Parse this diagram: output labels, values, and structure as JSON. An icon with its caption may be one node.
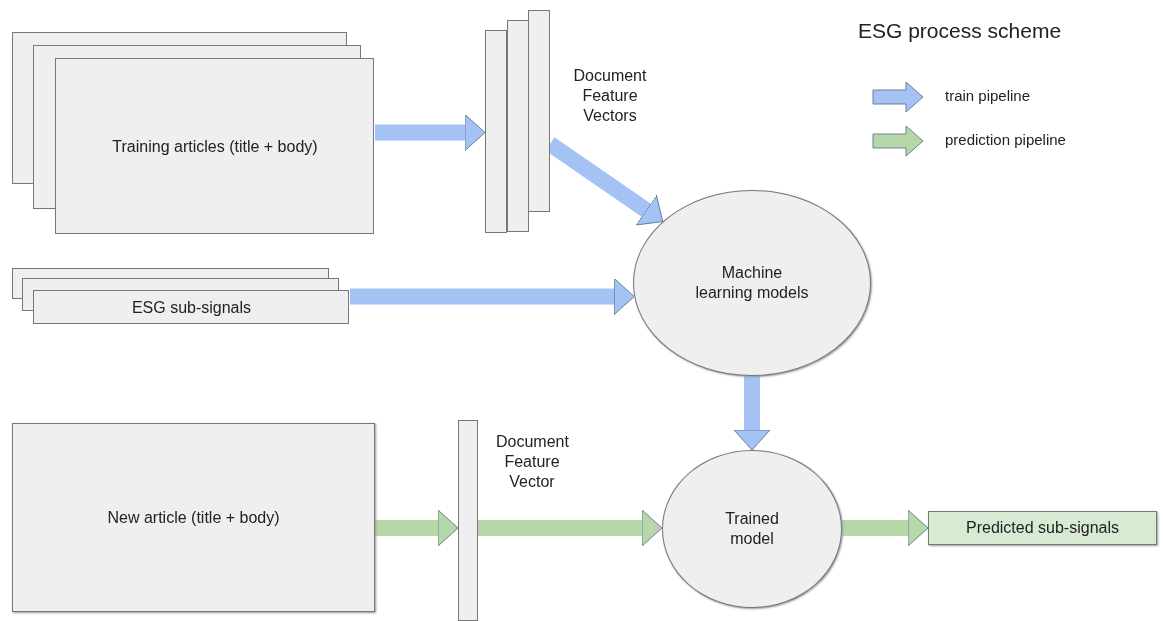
{
  "diagram": {
    "title": "ESG process scheme",
    "nodes": [
      {
        "text": [
          "Training articles (title + body)"
        ]
      },
      {
        "text": [],
        "shape": "bar",
        "beside": [
          "Document Feature Vectors"
        ]
      },
      {
        "text": [
          "ESG sub-signals"
        ]
      },
      {
        "text": [
          "Machine learning models"
        ]
      },
      {
        "text": [
          "New article (title + body)"
        ]
      },
      {
        "text": [],
        "shape": "bar",
        "beside": [
          "Document Feature Vector"
        ]
      },
      {
        "text": [
          "Trained model"
        ]
      },
      {
        "text": [
          "Predicted sub-signals"
        ]
      }
    ],
    "edges": [
      {
        "from": 0,
        "to": 1,
        "arrow": "to"
      },
      {
        "from": 1,
        "to": 3,
        "arrow": "to"
      },
      {
        "from": 2,
        "to": 3,
        "arrow": "to"
      },
      {
        "from": 3,
        "to": 6,
        "arrow": "to"
      },
      {
        "from": 4,
        "to": 5,
        "arrow": "to",
        "color": "#b6d7a8"
      },
      {
        "from": 5,
        "to": 6,
        "arrow": "to",
        "color": "#b6d7a8"
      },
      {
        "from": 6,
        "to": 7,
        "arrow": "to",
        "color": "#b6d7a8"
      }
    ],
    "legend": [
      {
        "text": "train pipeline",
        "color": "#a4c2f4"
      },
      {
        "text": "prediction pipeline",
        "color": "#b6d7a8"
      }
    ]
  }
}
